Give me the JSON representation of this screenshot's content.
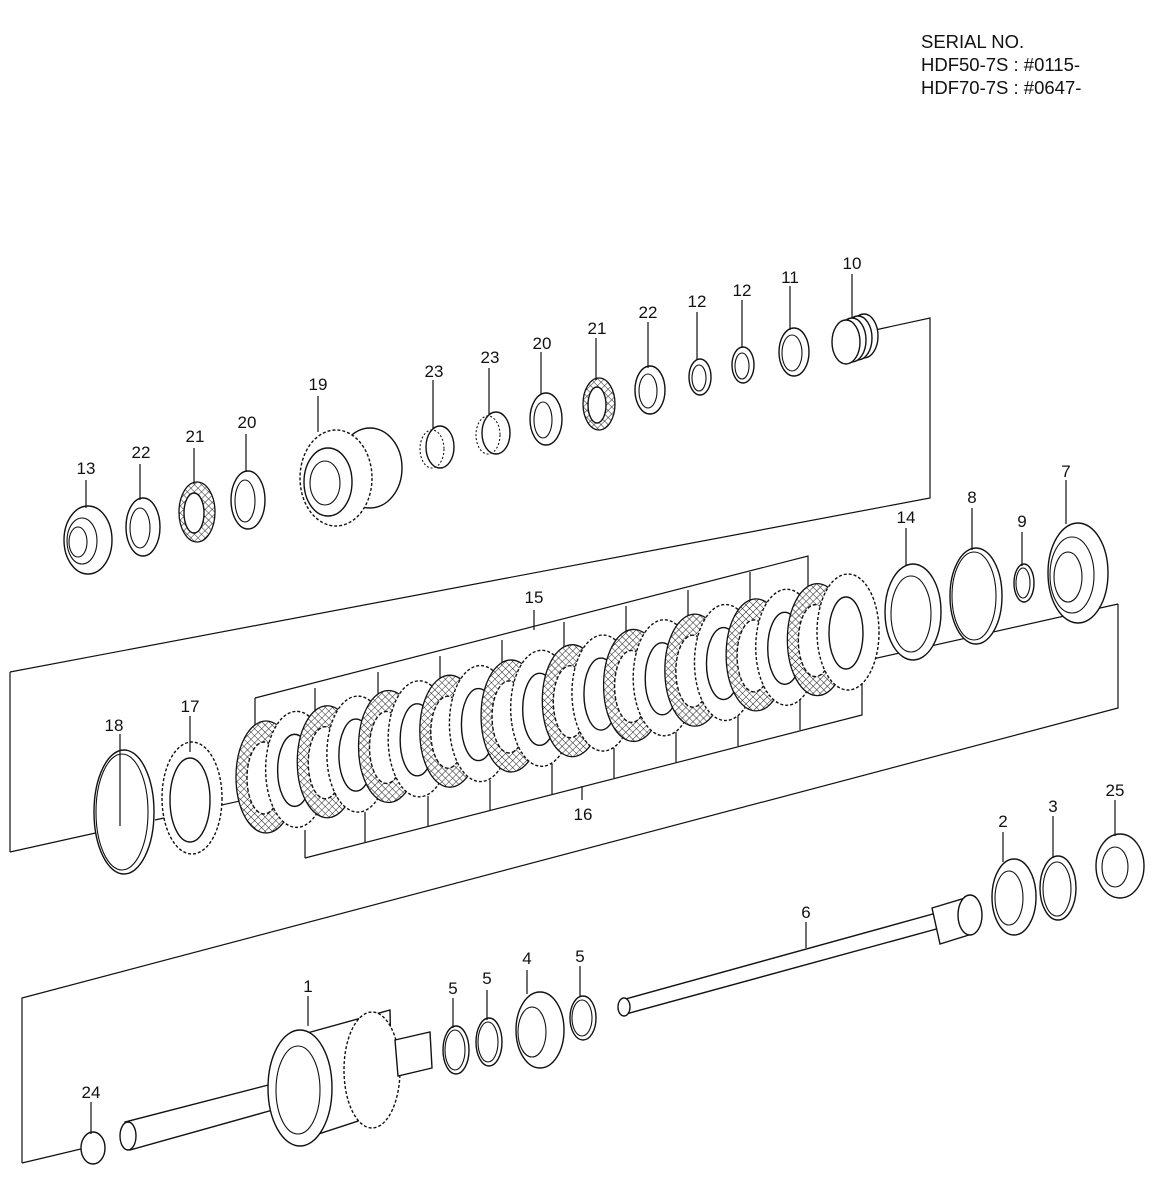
{
  "header": {
    "serial_title": "SERIAL NO.",
    "serial_lines": [
      "HDF50-7S : #0115-",
      "HDF70-7S : #0647-"
    ]
  },
  "callouts": [
    {
      "id": "c13",
      "text": "13"
    },
    {
      "id": "c22a",
      "text": "22"
    },
    {
      "id": "c21a",
      "text": "21"
    },
    {
      "id": "c20a",
      "text": "20"
    },
    {
      "id": "c19",
      "text": "19"
    },
    {
      "id": "c23a",
      "text": "23"
    },
    {
      "id": "c23b",
      "text": "23"
    },
    {
      "id": "c20b",
      "text": "20"
    },
    {
      "id": "c21b",
      "text": "21"
    },
    {
      "id": "c22b",
      "text": "22"
    },
    {
      "id": "c12a",
      "text": "12"
    },
    {
      "id": "c12b",
      "text": "12"
    },
    {
      "id": "c11",
      "text": "11"
    },
    {
      "id": "c10",
      "text": "10"
    },
    {
      "id": "c14",
      "text": "14"
    },
    {
      "id": "c8",
      "text": "8"
    },
    {
      "id": "c9",
      "text": "9"
    },
    {
      "id": "c7",
      "text": "7"
    },
    {
      "id": "c15",
      "text": "15"
    },
    {
      "id": "c16",
      "text": "16"
    },
    {
      "id": "c18",
      "text": "18"
    },
    {
      "id": "c17",
      "text": "17"
    },
    {
      "id": "c2",
      "text": "2"
    },
    {
      "id": "c3",
      "text": "3"
    },
    {
      "id": "c25",
      "text": "25"
    },
    {
      "id": "c6",
      "text": "6"
    },
    {
      "id": "c1",
      "text": "1"
    },
    {
      "id": "c5a",
      "text": "5"
    },
    {
      "id": "c5b",
      "text": "5"
    },
    {
      "id": "c4",
      "text": "4"
    },
    {
      "id": "c5c",
      "text": "5"
    },
    {
      "id": "c24",
      "text": "24"
    }
  ]
}
